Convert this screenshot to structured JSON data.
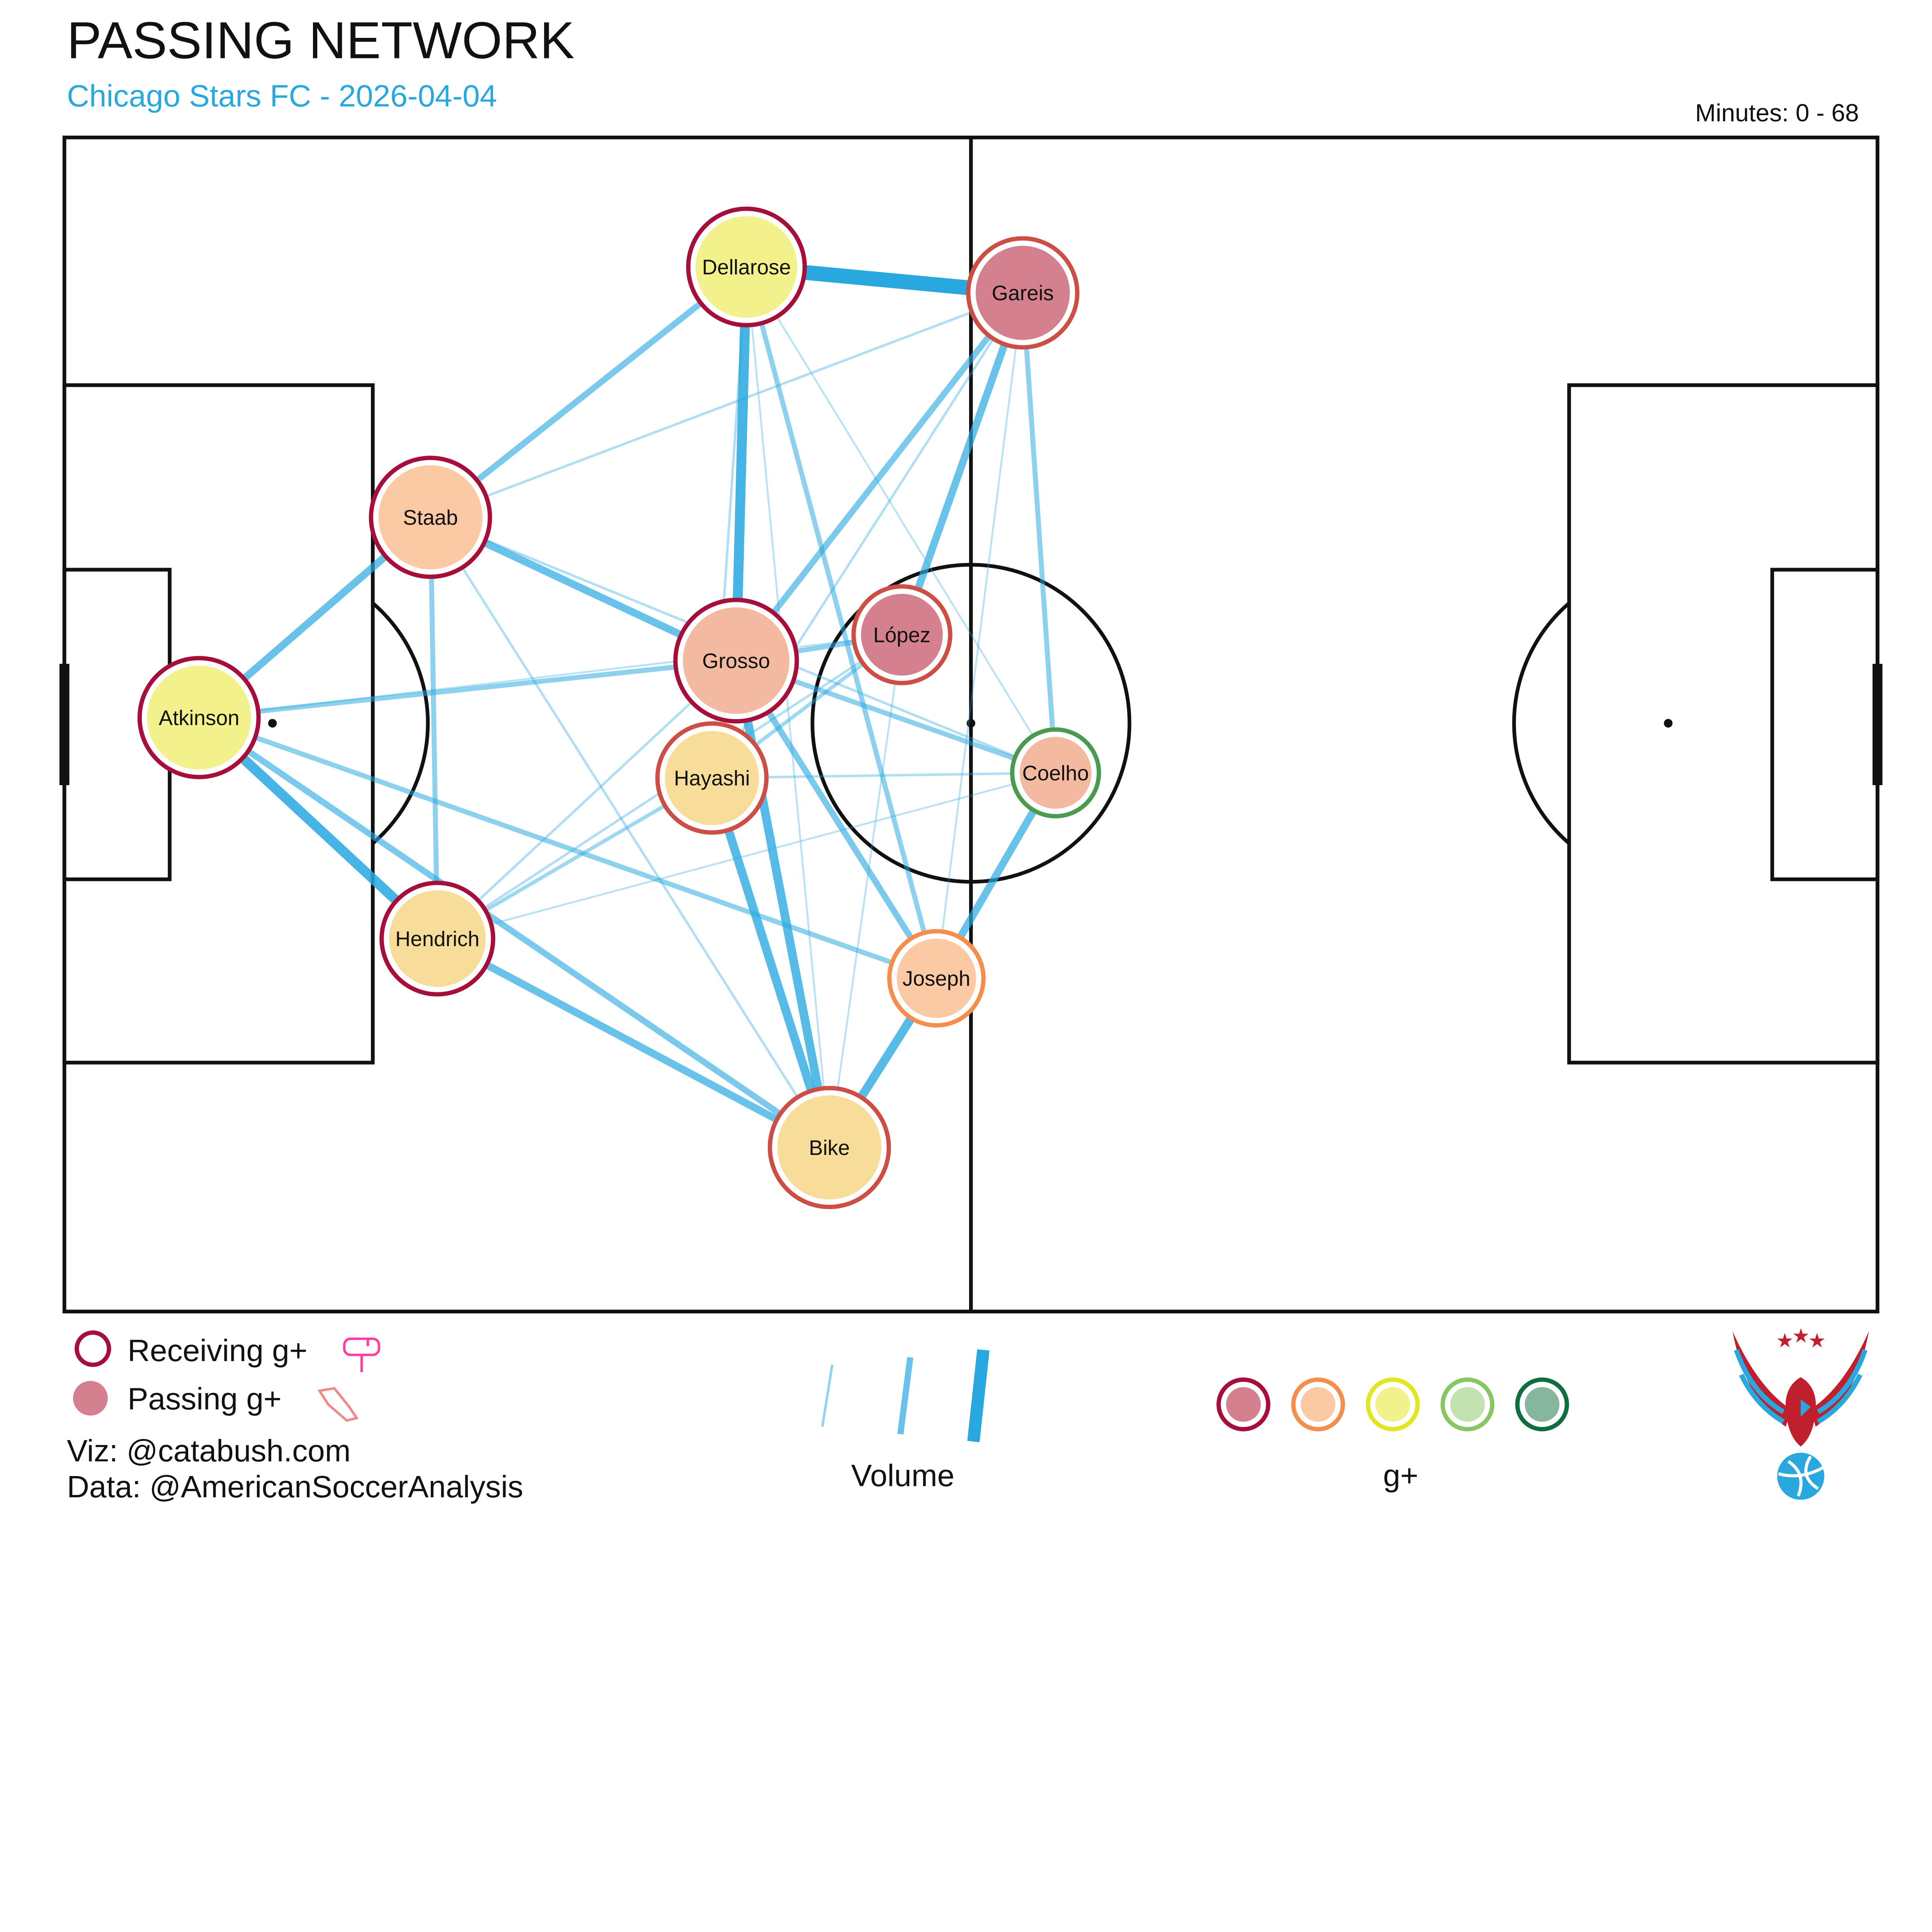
{
  "header": {
    "title": "PASSING NETWORK",
    "subtitle": "Chicago Stars FC - 2026-04-04",
    "minutes": "Minutes: 0 - 68"
  },
  "colors": {
    "accent": "#29a8e0",
    "line": "#29a8e0",
    "scale_fill": [
      "#d4808f",
      "#fcc9a5",
      "#f2f18c",
      "#c2e3b0",
      "#86b79e"
    ],
    "scale_ring": [
      "#a50f3a",
      "#f58d4d",
      "#e3e61e",
      "#86c663",
      "#0e6e3d"
    ]
  },
  "chart_data": {
    "type": "network",
    "pitch": {
      "length_m": 105,
      "width_m": 68
    },
    "players": [
      {
        "name": "Dellarose",
        "x": 39.5,
        "y": 7.5,
        "size": 47,
        "passing_level": 2,
        "receiving_level": 0
      },
      {
        "name": "Gareis",
        "x": 55.5,
        "y": 9.0,
        "size": 44,
        "passing_level": 0,
        "receiving_level": 0.5
      },
      {
        "name": "Staab",
        "x": 21.2,
        "y": 22.0,
        "size": 48,
        "passing_level": 1,
        "receiving_level": 0
      },
      {
        "name": "Atkinson",
        "x": 7.8,
        "y": 33.6,
        "size": 48,
        "passing_level": 2,
        "receiving_level": 0
      },
      {
        "name": "Grosso",
        "x": 38.9,
        "y": 30.3,
        "size": 49,
        "passing_level": 0.8,
        "receiving_level": 0
      },
      {
        "name": "López",
        "x": 48.5,
        "y": 28.8,
        "size": 39,
        "passing_level": 0,
        "receiving_level": 0.5
      },
      {
        "name": "Hayashi",
        "x": 37.5,
        "y": 37.1,
        "size": 44,
        "passing_level": 1.5,
        "receiving_level": 0.5
      },
      {
        "name": "Coelho",
        "x": 57.4,
        "y": 36.8,
        "size": 35,
        "passing_level": 0.8,
        "receiving_level": 3.5
      },
      {
        "name": "Hendrich",
        "x": 21.6,
        "y": 46.4,
        "size": 45,
        "passing_level": 1.5,
        "receiving_level": 0
      },
      {
        "name": "Joseph",
        "x": 50.5,
        "y": 48.7,
        "size": 38,
        "passing_level": 1,
        "receiving_level": 1
      },
      {
        "name": "Bike",
        "x": 44.3,
        "y": 58.5,
        "size": 48,
        "passing_level": 1.5,
        "receiving_level": 0.5
      }
    ],
    "links": [
      [
        "Dellarose",
        "Gareis",
        12
      ],
      [
        "Dellarose",
        "Staab",
        5
      ],
      [
        "Dellarose",
        "Grosso",
        8
      ],
      [
        "Dellarose",
        "Joseph",
        4
      ],
      [
        "Dellarose",
        "Hayashi",
        2
      ],
      [
        "Dellarose",
        "Bike",
        1.5
      ],
      [
        "Dellarose",
        "Coelho",
        1.5
      ],
      [
        "Gareis",
        "Staab",
        2
      ],
      [
        "Gareis",
        "López",
        6
      ],
      [
        "Gareis",
        "Grosso",
        5
      ],
      [
        "Gareis",
        "Hayashi",
        2
      ],
      [
        "Gareis",
        "Coelho",
        4
      ],
      [
        "Gareis",
        "Joseph",
        1.5
      ],
      [
        "Staab",
        "Atkinson",
        6
      ],
      [
        "Staab",
        "Grosso",
        6
      ],
      [
        "Staab",
        "Hendrich",
        4
      ],
      [
        "Staab",
        "Coelho",
        2
      ],
      [
        "Staab",
        "Bike",
        2
      ],
      [
        "Atkinson",
        "Hendrich",
        8
      ],
      [
        "Atkinson",
        "Grosso",
        4
      ],
      [
        "Atkinson",
        "Joseph",
        4
      ],
      [
        "Atkinson",
        "Bike",
        5
      ],
      [
        "Atkinson",
        "López",
        1.5
      ],
      [
        "Grosso",
        "López",
        4
      ],
      [
        "Grosso",
        "Coelho",
        4
      ],
      [
        "Grosso",
        "Hendrich",
        2
      ],
      [
        "Grosso",
        "Joseph",
        5
      ],
      [
        "Grosso",
        "Bike",
        7
      ],
      [
        "Hayashi",
        "Bike",
        7
      ],
      [
        "Hayashi",
        "Hendrich",
        3
      ],
      [
        "Hayashi",
        "Coelho",
        2
      ],
      [
        "López",
        "Hendrich",
        2
      ],
      [
        "López",
        "Hayashi",
        3
      ],
      [
        "López",
        "Bike",
        1.5
      ],
      [
        "Hendrich",
        "Bike",
        6
      ],
      [
        "Hendrich",
        "Coelho",
        1.5
      ],
      [
        "Joseph",
        "Coelho",
        6
      ],
      [
        "Joseph",
        "Bike",
        7
      ]
    ]
  },
  "legend": {
    "receiving": "Receiving g+",
    "passing": "Passing g+",
    "volume": "Volume",
    "gplus": "g+",
    "credit_viz": "Viz: @catabush.com",
    "credit_data": "Data: @AmericanSoccerAnalysis",
    "volume_levels": [
      2,
      5,
      10
    ]
  },
  "icons": {
    "receiving": "mailbox-icon",
    "passing": "boot-icon",
    "logo": "eagle-logo"
  }
}
